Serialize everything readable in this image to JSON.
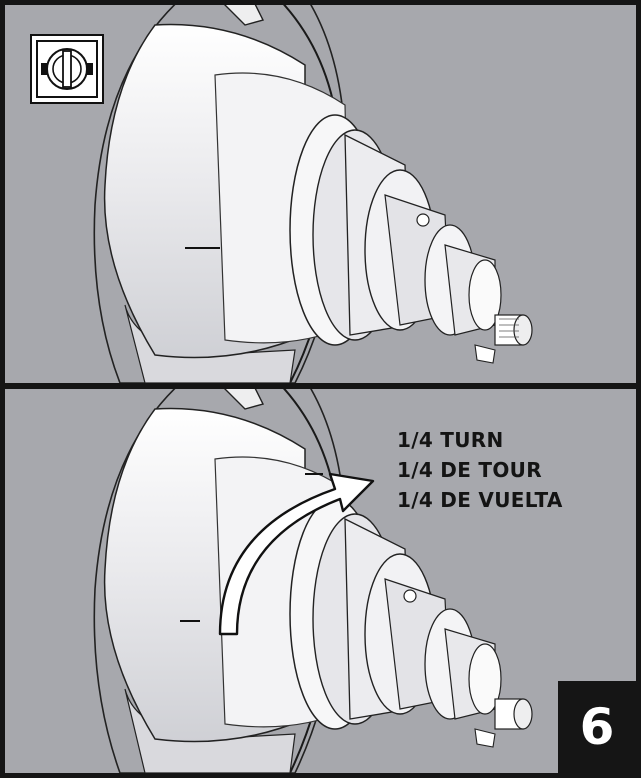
{
  "instruction": {
    "rotation_lines": [
      "1/4 TURN",
      "1/4 DE TOUR",
      "1/4 DE VUELTA"
    ]
  },
  "step": {
    "number": "6"
  },
  "icons": {
    "tool_icon": "valve-handle-icon",
    "rotation_arrow": "curved-arrow-icon"
  },
  "colors": {
    "frame": "#151515",
    "panel_background": "#a7a8ad",
    "part_light": "#f2f2f4",
    "arrow_fill": "#ffffff"
  }
}
